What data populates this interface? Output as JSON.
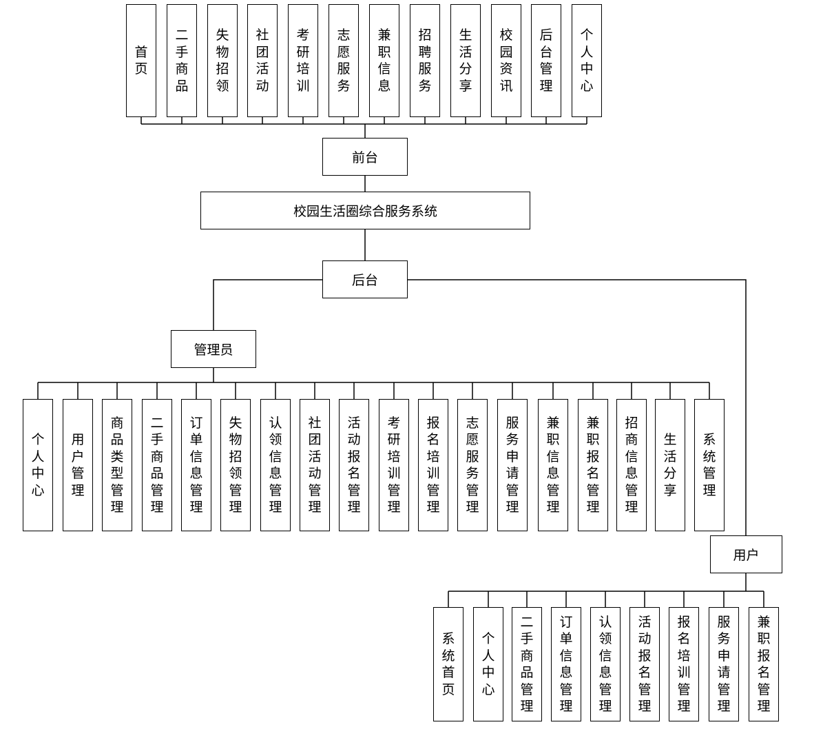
{
  "root": {
    "label": "校园生活圈综合服务系统"
  },
  "frontend": {
    "label": "前台",
    "items": [
      "首页",
      "二手商品",
      "失物招领",
      "社团活动",
      "考研培训",
      "志愿服务",
      "兼职信息",
      "招聘服务",
      "生活分享",
      "校园资讯",
      "后台管理",
      "个人中心"
    ]
  },
  "backend": {
    "label": "后台"
  },
  "admin": {
    "label": "管理员",
    "items": [
      "个人中心",
      "用户管理",
      "商品类型管理",
      "二手商品管理",
      "订单信息管理",
      "失物招领管理",
      "认领信息管理",
      "社团活动管理",
      "活动报名管理",
      "考研培训管理",
      "报名培训管理",
      "志愿服务管理",
      "服务申请管理",
      "兼职信息管理",
      "兼职报名管理",
      "招商信息管理",
      "生活分享",
      "系统管理"
    ]
  },
  "user": {
    "label": "用户",
    "items": [
      "系统首页",
      "个人中心",
      "二手商品管理",
      "订单信息管理",
      "认领信息管理",
      "活动报名管理",
      "报名培训管理",
      "服务申请管理",
      "兼职报名管理"
    ]
  }
}
